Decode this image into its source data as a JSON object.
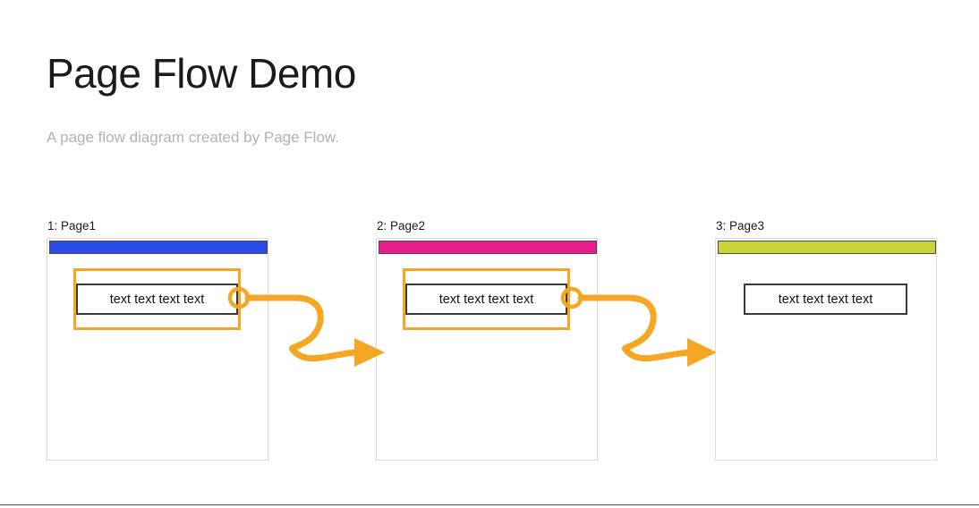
{
  "document": {
    "title": "Page Flow Demo",
    "subtitle": "A page flow diagram created by Page Flow."
  },
  "colors": {
    "accent_orange": "#F5A623",
    "page1_header": "#2B4BE8",
    "page2_header": "#E91E8C",
    "page3_header": "#C8D43A",
    "card_border": "#dcdcdc",
    "box_border": "#3a3a3a",
    "title_text": "#1b1b1b",
    "subtitle_text": "#b3b3b3",
    "footer_rule": "#4d4d4d"
  },
  "diagram": {
    "pages": [
      {
        "index": "1",
        "name": "Page1",
        "label": "1: Page1",
        "header_color": "#2B4BE8",
        "selected": true,
        "has_connector_handle": true,
        "content_text": "text text text text"
      },
      {
        "index": "2",
        "name": "Page2",
        "label": "2: Page2",
        "header_color": "#E91E8C",
        "selected": true,
        "has_connector_handle": true,
        "content_text": "text text text text"
      },
      {
        "index": "3",
        "name": "Page3",
        "label": "3: Page3",
        "header_color": "#C8D43A",
        "selected": false,
        "has_connector_handle": false,
        "content_text": "text text text text"
      }
    ],
    "connectors": [
      {
        "from": "Page1",
        "to": "Page2",
        "style": "s-curve-arrow",
        "color": "#F5A623"
      },
      {
        "from": "Page2",
        "to": "Page3",
        "style": "s-curve-arrow",
        "color": "#F5A623"
      }
    ]
  }
}
